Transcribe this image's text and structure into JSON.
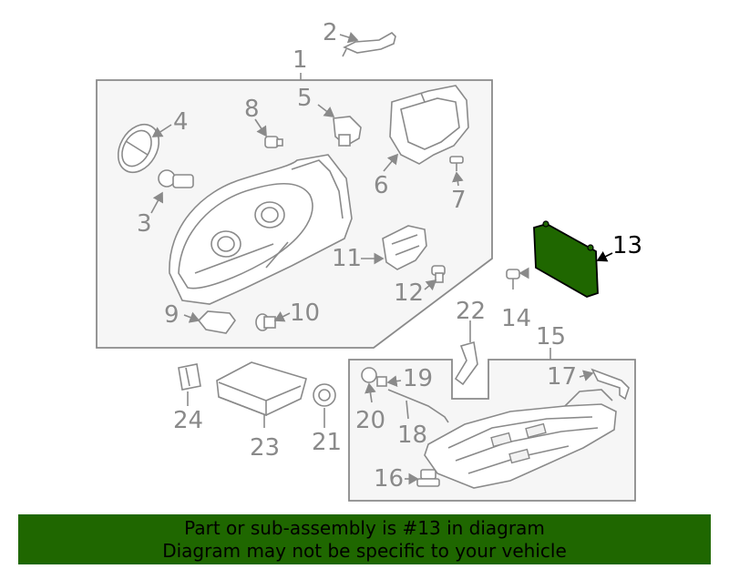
{
  "diagram": {
    "labels": {
      "p1": "1",
      "p2": "2",
      "p3": "3",
      "p4": "4",
      "p5": "5",
      "p6": "6",
      "p7": "7",
      "p8": "8",
      "p9": "9",
      "p10": "10",
      "p11": "11",
      "p12": "12",
      "p13": "13",
      "p14": "14",
      "p15": "15",
      "p16": "16",
      "p17": "17",
      "p18": "18",
      "p19": "19",
      "p20": "20",
      "p21": "21",
      "p22": "22",
      "p23": "23",
      "p24": "24"
    },
    "highlighted_part": "13",
    "highlight_color": "#1f6700"
  },
  "banner": {
    "line1": "Part or sub-assembly is #13 in diagram",
    "line2": "Diagram may not be specific to your vehicle",
    "background": "#1f6700"
  }
}
